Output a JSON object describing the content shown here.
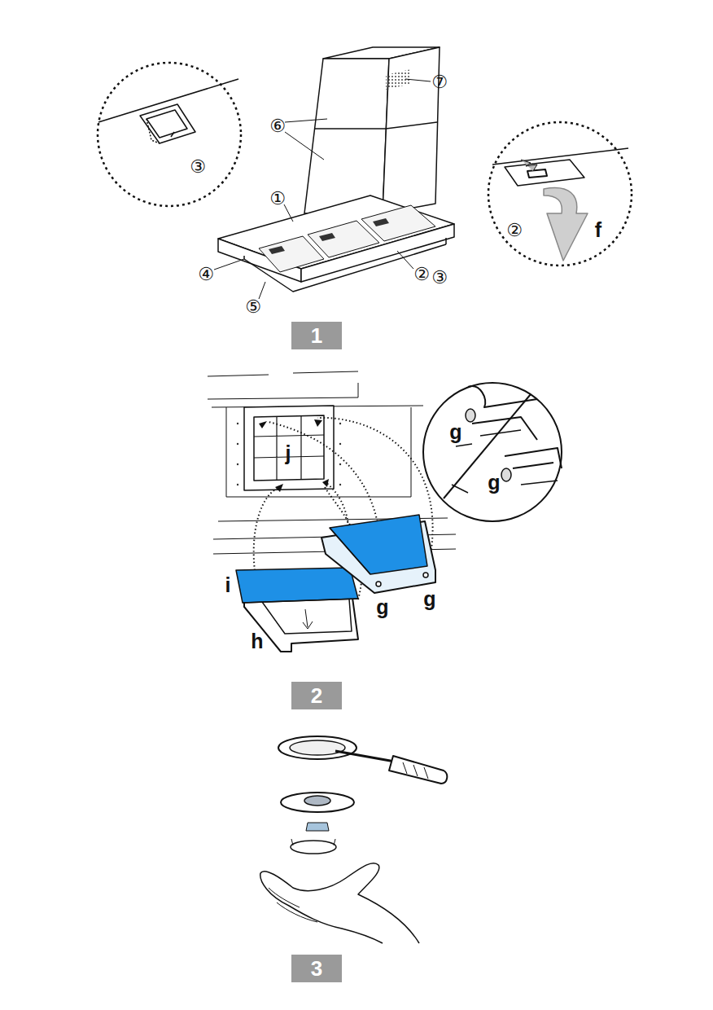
{
  "diagram": {
    "nodes": [
      {
        "text": [
          "1"
        ]
      },
      {
        "text": [
          "2"
        ]
      },
      {
        "text": [
          "3"
        ]
      }
    ],
    "labels": [
      "③",
      "⑦",
      "⑥",
      "①",
      "②",
      "f",
      "④",
      "②",
      "③",
      "⑤",
      "j",
      "g",
      "i",
      "g",
      "g",
      "g",
      "h"
    ]
  }
}
